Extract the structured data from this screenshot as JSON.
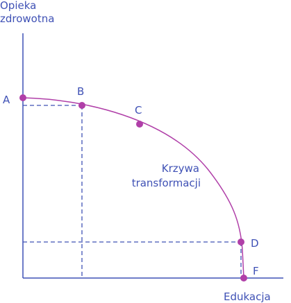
{
  "diagram": {
    "y_axis_label": [
      "Opieka",
      "zdrowotna"
    ],
    "x_axis_label": "Edukacja",
    "curve_label": [
      "Krzywa",
      "transformacji"
    ],
    "points": [
      {
        "id": "A",
        "label": "A"
      },
      {
        "id": "B",
        "label": "B"
      },
      {
        "id": "C",
        "label": "C"
      },
      {
        "id": "D",
        "label": "D"
      },
      {
        "id": "F",
        "label": "F"
      }
    ],
    "colors": {
      "axis": "#3f51b5",
      "text": "#3f51b5",
      "curve": "#b03fa8",
      "point": "#b03fa8"
    }
  }
}
